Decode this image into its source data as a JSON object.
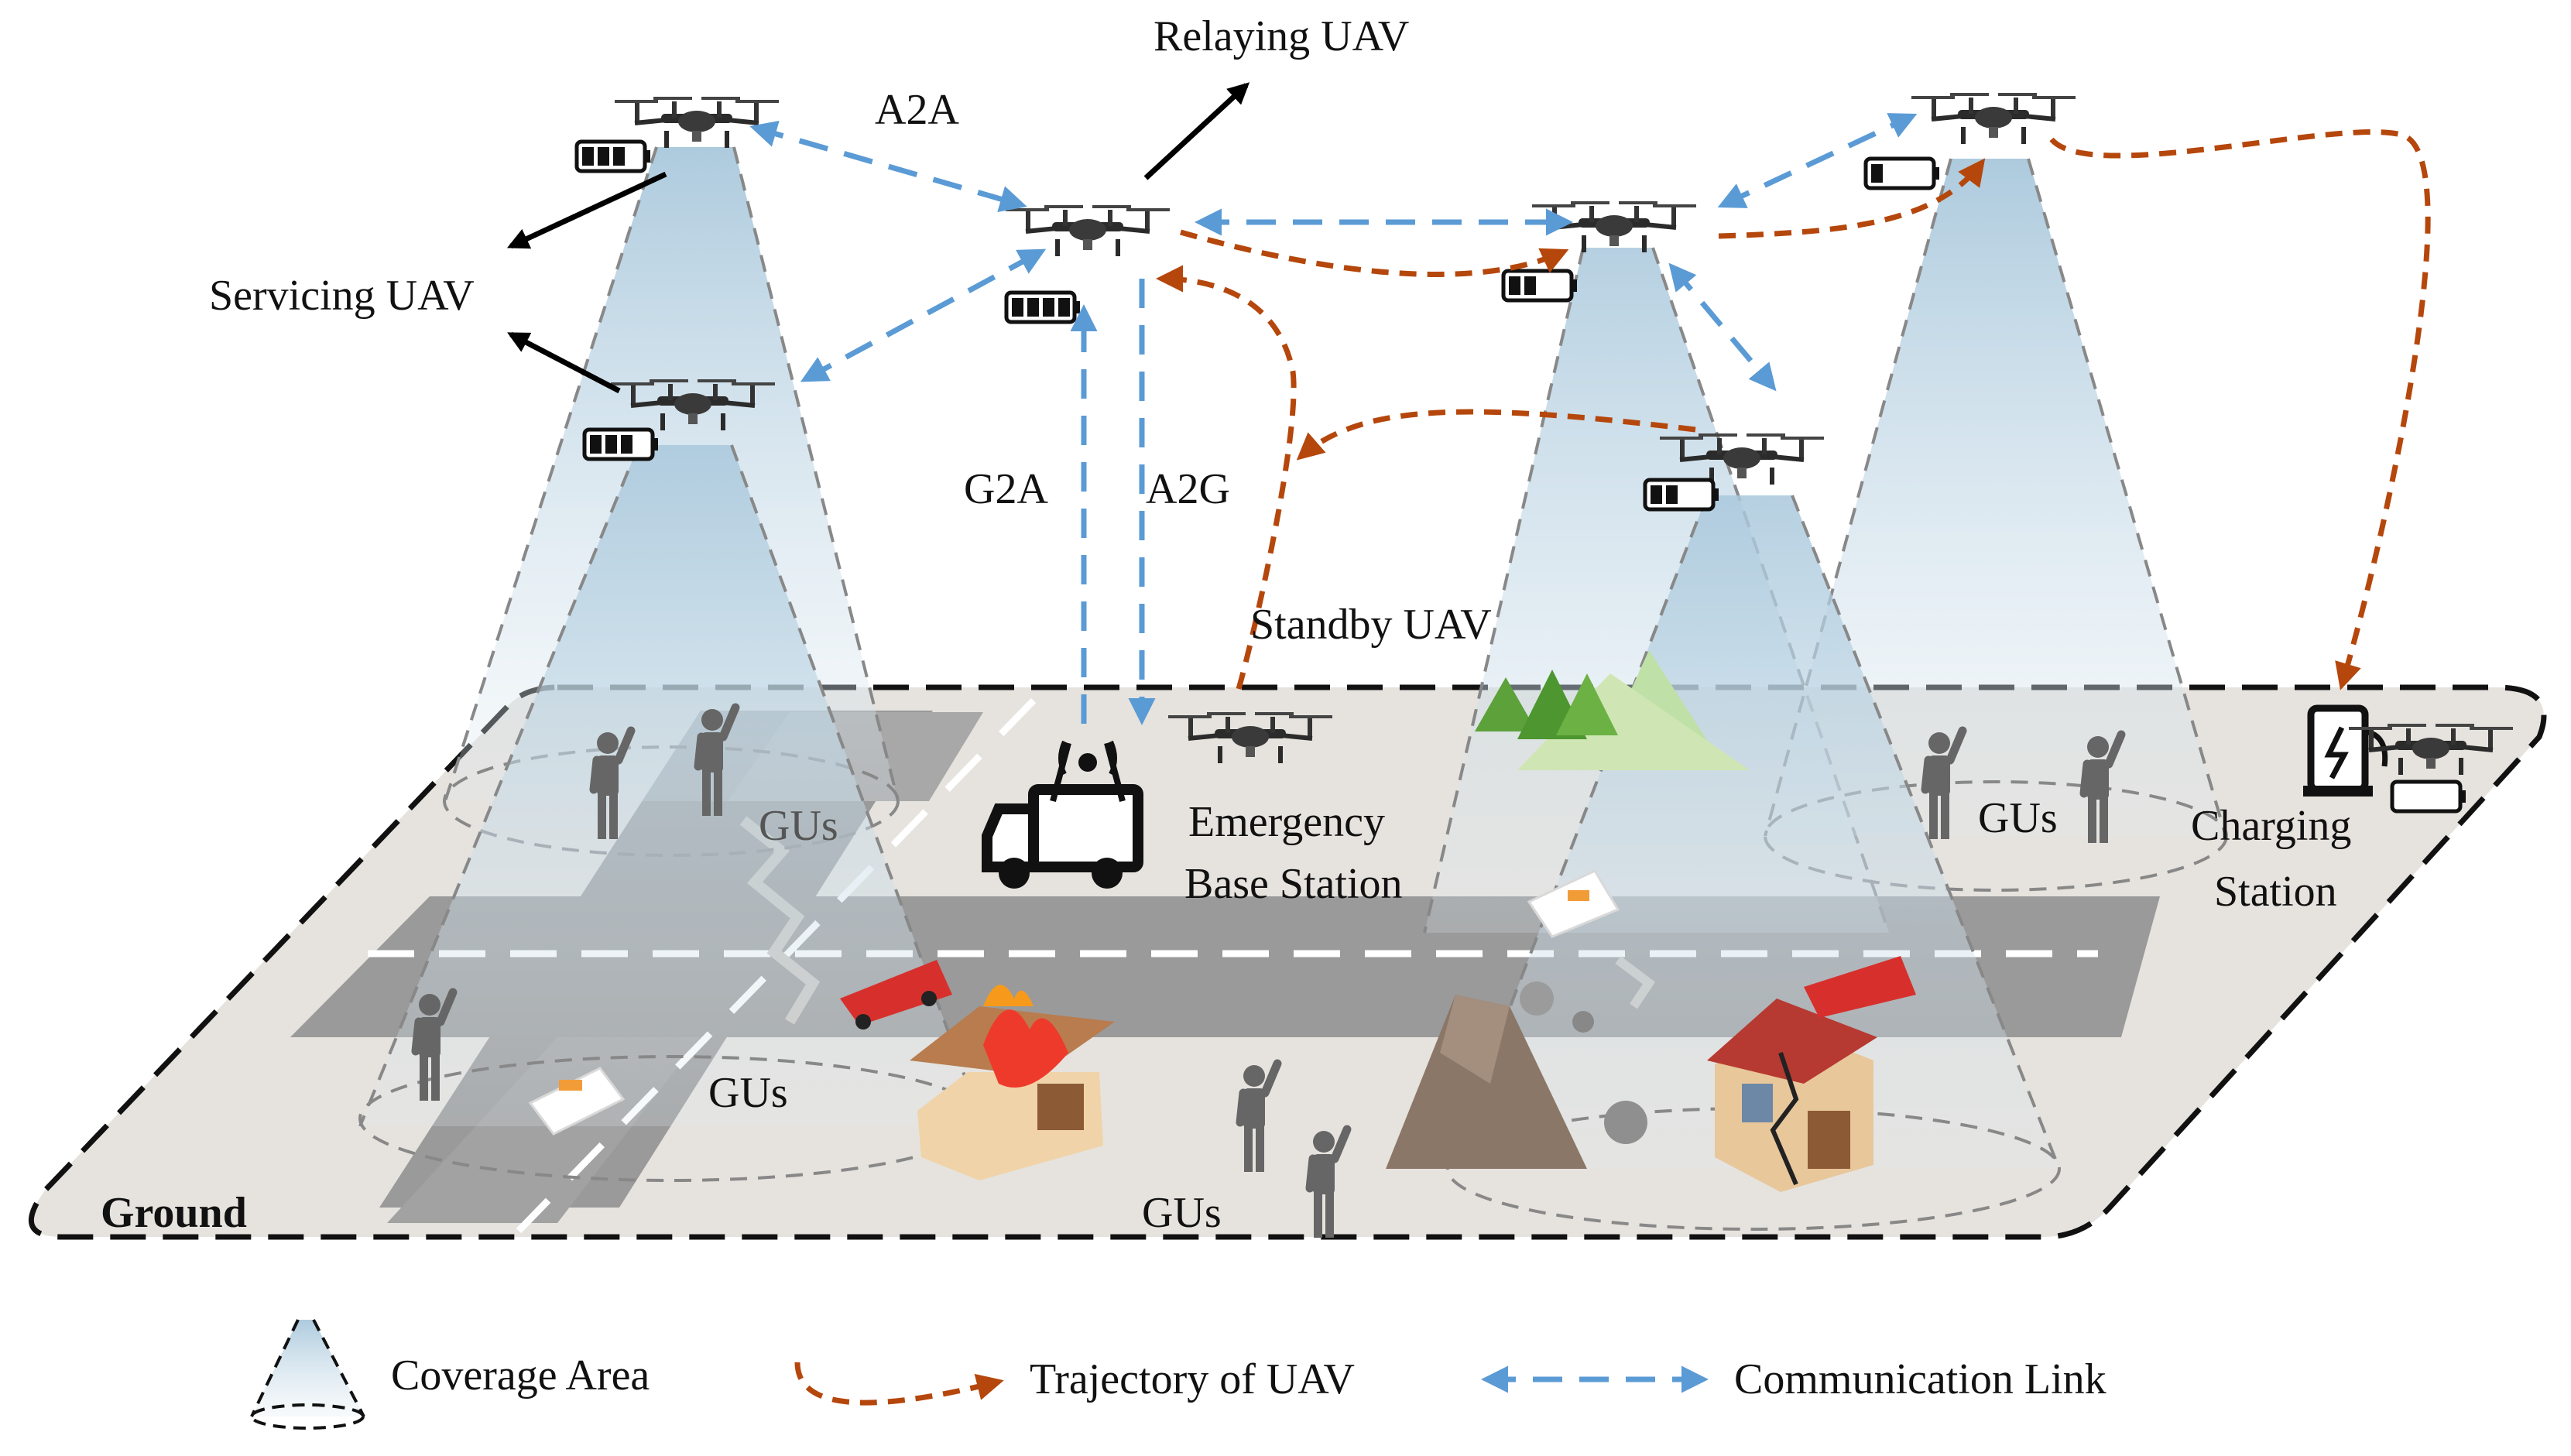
{
  "labels": {
    "relaying_uav": "Relaying UAV",
    "servicing_uav": "Servicing UAV",
    "standby_uav": "Standby UAV",
    "a2a": "A2A",
    "g2a": "G2A",
    "a2g": "A2G",
    "emergency_line1": "Emergency",
    "emergency_line2": "Base Station",
    "charging_line1": "Charging",
    "charging_line2": "Station",
    "ground": "Ground",
    "gus": [
      "GUs",
      "GUs",
      "GUs",
      "GUs"
    ]
  },
  "legend": {
    "coverage": "Coverage Area",
    "trajectory": "Trajectory of UAV",
    "communication": "Communication Link"
  },
  "colors": {
    "communication_link": "#5b9bd5",
    "trajectory": "#b5470c",
    "ground_fill": "#e6e3de",
    "road": "#9a9a9a",
    "coverage_top": "#b8d2e2"
  },
  "battery_levels": [
    {
      "uav": "top-left",
      "bars": 3,
      "of": 4
    },
    {
      "uav": "servicing-lower",
      "bars": 3,
      "of": 4
    },
    {
      "uav": "relaying",
      "bars": 4,
      "of": 4
    },
    {
      "uav": "center-right",
      "bars": 2,
      "of": 4
    },
    {
      "uav": "right-lower",
      "bars": 2,
      "of": 4
    },
    {
      "uav": "top-right",
      "bars": 1,
      "of": 4
    },
    {
      "uav": "charging",
      "bars": 0,
      "of": 4
    }
  ]
}
